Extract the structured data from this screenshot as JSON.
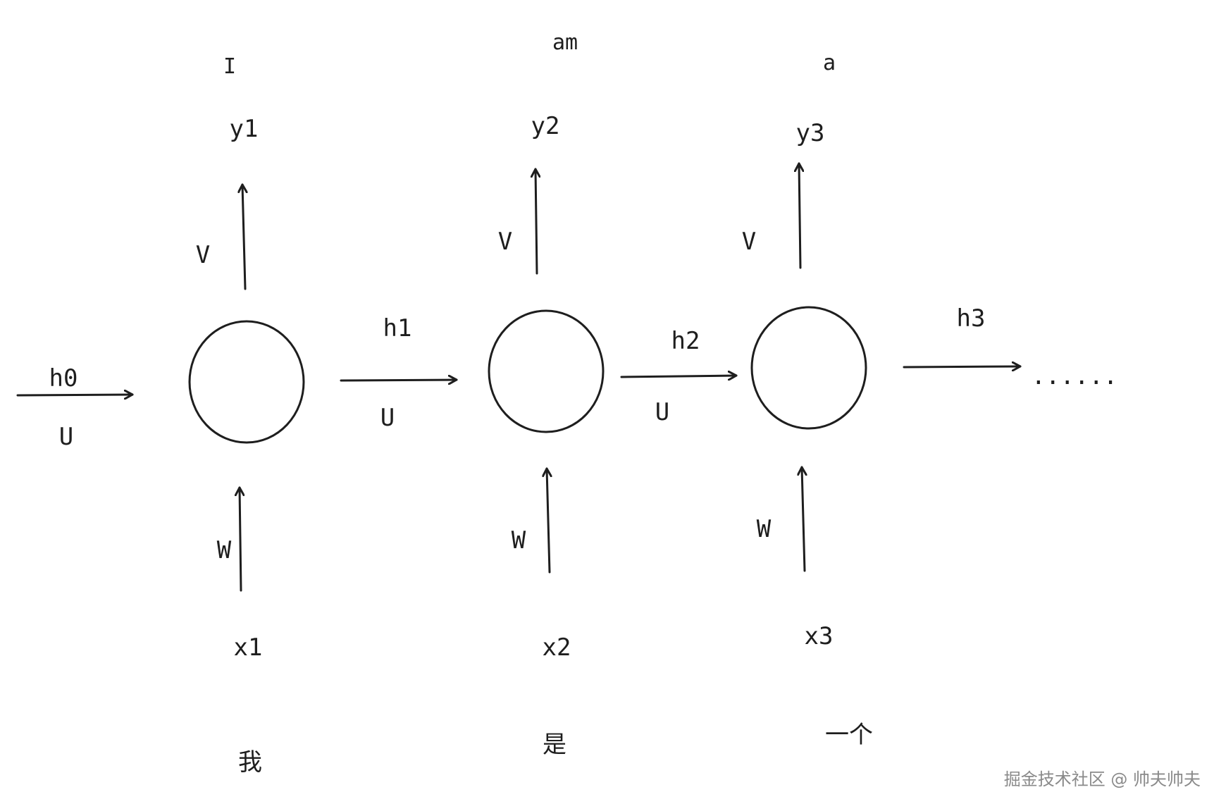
{
  "inputs": [
    {
      "token": "我",
      "x_label": "x1",
      "w_label": "W"
    },
    {
      "token": "是",
      "x_label": "x2",
      "w_label": "W"
    },
    {
      "token": "一个",
      "x_label": "x3",
      "w_label": "W"
    }
  ],
  "outputs": [
    {
      "word": "I",
      "y_label": "y1",
      "v_label": "V"
    },
    {
      "word": "am",
      "y_label": "y2",
      "v_label": "V"
    },
    {
      "word": "a",
      "y_label": "y3",
      "v_label": "V"
    }
  ],
  "hidden": [
    {
      "h_label": "h0",
      "u_label": "U"
    },
    {
      "h_label": "h1",
      "u_label": "U"
    },
    {
      "h_label": "h2",
      "u_label": "U"
    },
    {
      "h_label": "h3"
    }
  ],
  "continuation": "......",
  "watermark": "掘金技术社区 @ 帅夫帅夫",
  "colors": {
    "stroke": "#1e1e1e",
    "watermark": "#8a8a8a"
  }
}
